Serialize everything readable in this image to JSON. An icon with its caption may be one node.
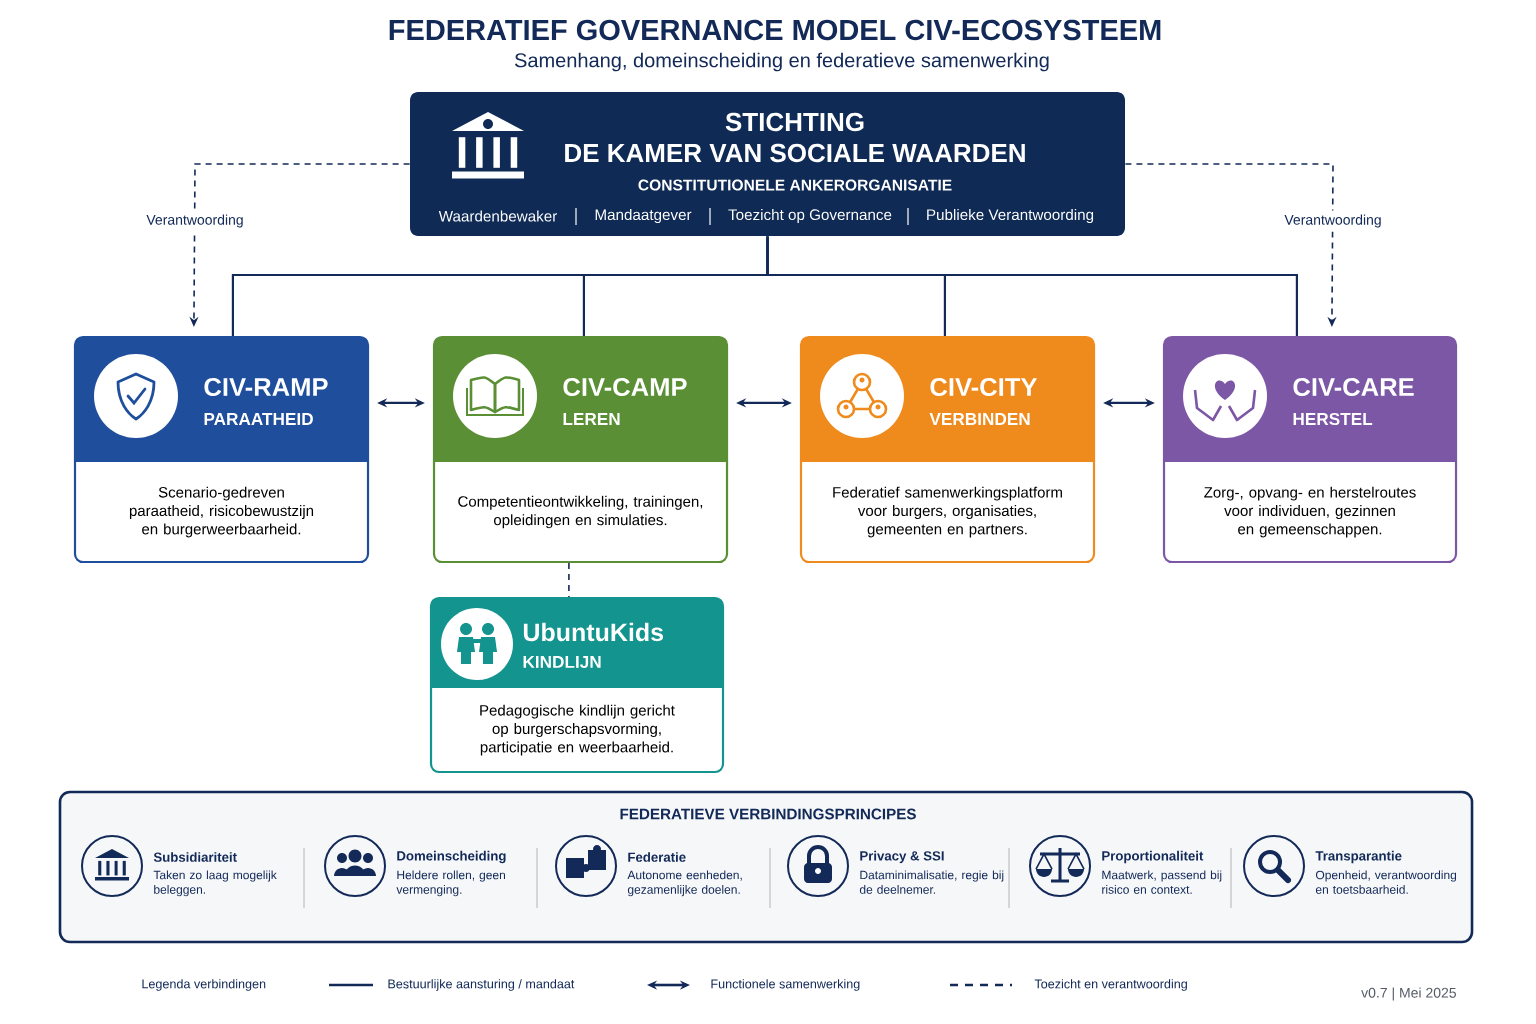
{
  "diagram": {
    "title": "FEDERATIEF GOVERNANCE MODEL CIV-ECOSYSTEEM",
    "nodes": [
      {
        "text": [
          "STICHTING",
          "DE KAMER VAN SOCIALE WAARDEN",
          "CONSTITUTIONELE ANKERORGANISATIE",
          "Waardenbewaker",
          "Mandaatgever",
          "Toezicht op Governance",
          "Publieke Verantwoording"
        ]
      },
      {
        "text": [
          "CIV-RAMP",
          "PARAATHEID",
          "Scenario-gedreven paraatheid, risicobewustzijn en burgerweerbaarheid."
        ]
      },
      {
        "text": [
          "CIV-CAMP",
          "LEREN",
          "Competentieontwikkeling, trainingen, opleidingen en simulaties."
        ]
      },
      {
        "text": [
          "CIV-CITY",
          "VERBINDEN",
          "Federatief samenwerkingsplatform voor burgers, organisaties, gemeenten en partners."
        ]
      },
      {
        "text": [
          "CIV-CARE",
          "HERSTEL",
          "Zorg-, opvang- en herstelroutes voor individuen, gezinnen en gemeenschappen."
        ]
      },
      {
        "text": [
          "UbuntuKids",
          "KINDLIJN",
          "Pedagogische kindlijn gericht op burgerschapsvorming, participatie en weerbaarheid."
        ]
      },
      {
        "text": [
          "FEDERATIEVE VERBINDINGSPRINCIPES"
        ]
      },
      {
        "text": [
          "Subsidiariteit",
          "Taken zo laag mogelijk beleggen."
        ],
        "in": 6
      },
      {
        "text": [
          "Domeinscheiding",
          "Heldere rollen, geen vermenging."
        ],
        "in": 6
      },
      {
        "text": [
          "Federatie",
          "Autonome eenheden, gezamenlijke doelen."
        ],
        "in": 6
      },
      {
        "text": [
          "Privacy & SSI",
          "Dataminimalisatie, regie bij de deelnemer."
        ],
        "in": 6
      },
      {
        "text": [
          "Proportionaliteit",
          "Maatwerk, passend bij risico en context."
        ],
        "in": 6
      },
      {
        "text": [
          "Transparantie",
          "Openheid, verantwoording en toetsbaarheid."
        ],
        "in": 6
      }
    ],
    "edges": [
      {
        "from": 0,
        "to": 1,
        "arrow": "none"
      },
      {
        "from": 0,
        "to": 2,
        "arrow": "none"
      },
      {
        "from": 0,
        "to": 3,
        "arrow": "none"
      },
      {
        "from": 0,
        "to": 4,
        "arrow": "none"
      },
      {
        "from": 0,
        "to": 1,
        "arrow": "to",
        "style": "dashed",
        "label": "Verantwoording"
      },
      {
        "from": 0,
        "to": 4,
        "arrow": "to",
        "style": "dashed",
        "label": "Verantwoording"
      },
      {
        "from": 1,
        "to": 2,
        "arrow": "both"
      },
      {
        "from": 2,
        "to": 3,
        "arrow": "both"
      },
      {
        "from": 3,
        "to": 4,
        "arrow": "both"
      },
      {
        "from": 2,
        "to": 5,
        "arrow": "none",
        "style": "dashed"
      }
    ],
    "labels": [
      "Samenhang, domeinscheiding en federatieve samenwerking",
      "Legenda verbindingen",
      "v0.7 | Mei 2025"
    ],
    "legend": [
      {
        "text": "Bestuurlijke aansturing / mandaat"
      },
      {
        "text": "Functionele samenwerking"
      },
      {
        "text": "Toezicht en verantwoording"
      }
    ]
  }
}
